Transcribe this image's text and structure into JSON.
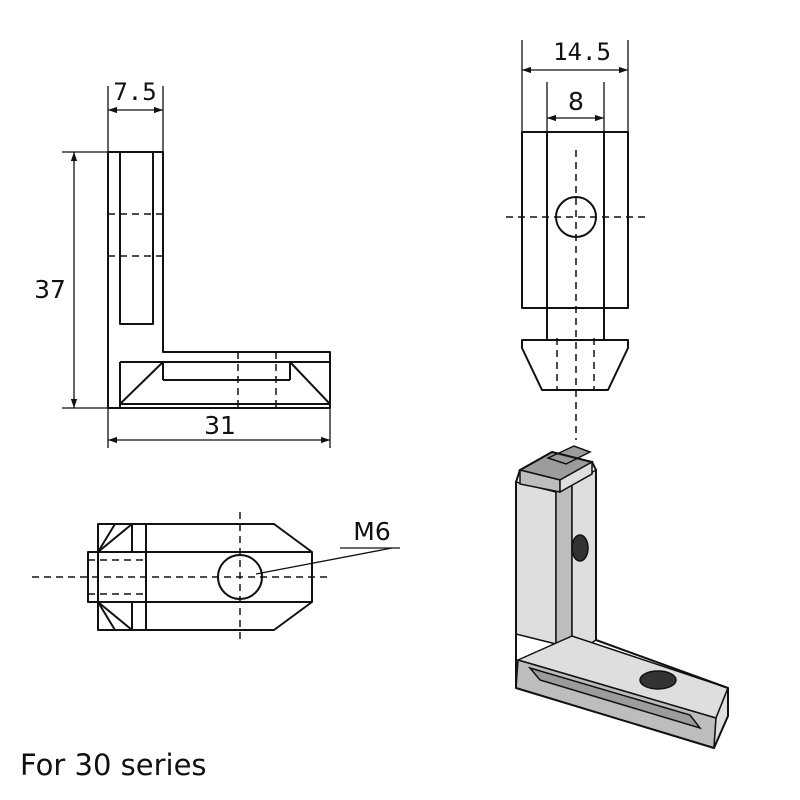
{
  "dimensions": {
    "side_width": "7.5",
    "height": "37",
    "length": "31",
    "total_width": "14.5",
    "slot_width": "8",
    "thread": "M6"
  },
  "caption": "For 30 series"
}
